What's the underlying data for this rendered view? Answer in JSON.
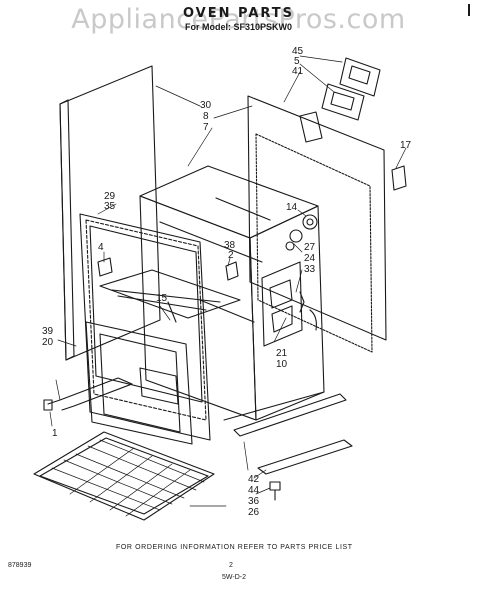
{
  "header": {
    "watermark": "AppliancePartsPros.com",
    "title": "OVEN PARTS",
    "model": "For Model: SF310PSKW0"
  },
  "footer": {
    "ordering_note": "FOR ORDERING INFORMATION REFER TO PARTS PRICE LIST",
    "page_number": "2",
    "doc_number": "878939",
    "code": "5W-D-2"
  },
  "callouts": {
    "c45": "45",
    "c5": "5",
    "c41": "41",
    "c30": "30",
    "c8": "8",
    "c7": "7",
    "c17": "17",
    "c14": "14",
    "c29": "29",
    "c35": "35",
    "c38": "38",
    "c2": "2",
    "c27": "27",
    "c24": "24",
    "c33": "33",
    "c4": "4",
    "c15": "15",
    "c39": "39",
    "c20": "20",
    "c21": "21",
    "c10": "10",
    "c1": "1",
    "c42": "42",
    "c44": "44",
    "c36": "36",
    "c26": "26"
  },
  "colors": {
    "ink": "#1a1a1a",
    "watermark": "#c9c9c9",
    "background": "#ffffff"
  }
}
